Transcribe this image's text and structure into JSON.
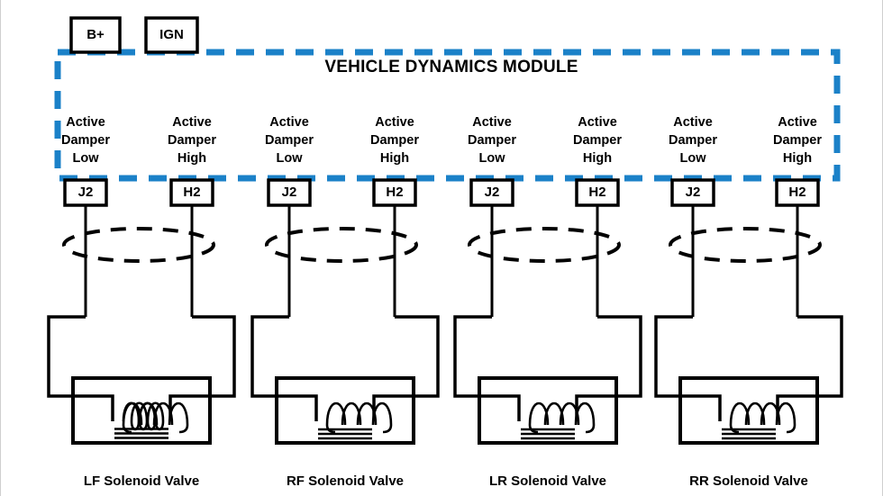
{
  "diagram": {
    "title": "VEHICLE DYNAMICS MODULE",
    "module_border_color": "#1B81C8",
    "wire_color": "#000000",
    "background_color": "#FFFFFF"
  },
  "supply_terminals": [
    {
      "label": "B+",
      "name": "battery-positive"
    },
    {
      "label": "IGN",
      "name": "ignition"
    }
  ],
  "module_ports": [
    {
      "label": "Active\nDamper\nLow",
      "connector": "J2",
      "circuit": "low",
      "corner": "LF"
    },
    {
      "label": "Active\nDamper\nHigh",
      "connector": "H2",
      "circuit": "high",
      "corner": "LF"
    },
    {
      "label": "Active\nDamper\nLow",
      "connector": "J2",
      "circuit": "low",
      "corner": "RF"
    },
    {
      "label": "Active\nDamper\nHigh",
      "connector": "H2",
      "circuit": "high",
      "corner": "RF"
    },
    {
      "label": "Active\nDamper\nLow",
      "connector": "J2",
      "circuit": "low",
      "corner": "LR"
    },
    {
      "label": "Active\nDamper\nHigh",
      "connector": "H2",
      "circuit": "high",
      "corner": "LR"
    },
    {
      "label": "Active\nDamper\nLow",
      "connector": "J2",
      "circuit": "low",
      "corner": "RR"
    },
    {
      "label": "Active\nDamper\nHigh",
      "connector": "H2",
      "circuit": "high",
      "corner": "RR"
    }
  ],
  "solenoid_valves": [
    {
      "label": "LF Solenoid Valve",
      "coil_turns": 4,
      "core_lines": 3
    },
    {
      "label": "RF Solenoid Valve",
      "coil_turns": 4,
      "core_lines": 3
    },
    {
      "label": "LR Solenoid Valve",
      "coil_turns": 4,
      "core_lines": 3
    },
    {
      "label": "RR Solenoid Valve",
      "coil_turns": 4,
      "core_lines": 3
    }
  ]
}
